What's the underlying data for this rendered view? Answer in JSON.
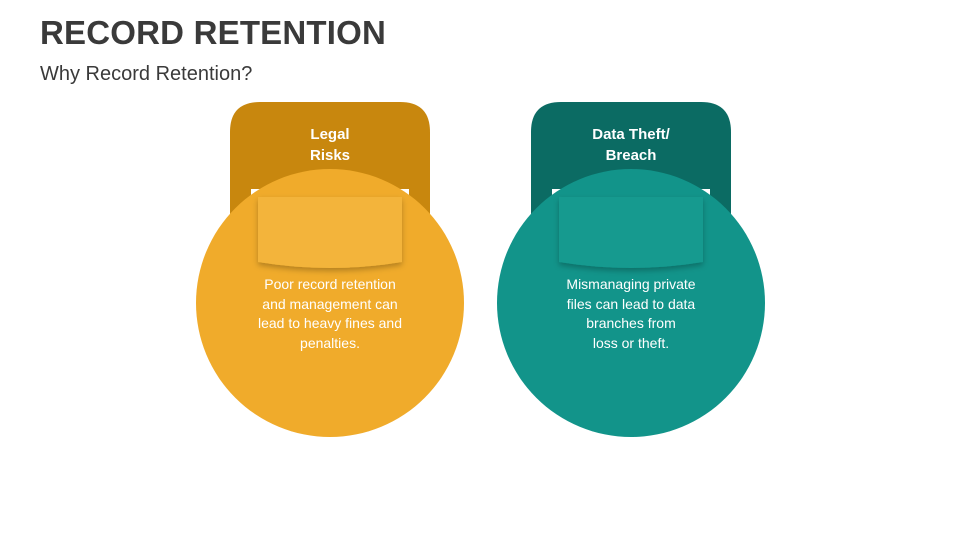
{
  "slide": {
    "title": "RECORD RETENTION",
    "subtitle": "Why Record Retention?"
  },
  "cards": [
    {
      "heading": "Legal\nRisks",
      "description": "Poor record retention\nand management can\nlead to heavy fines and\npenalties.",
      "tab_color": "#C8870E",
      "circle_color": "#F0AB2B",
      "flap_color": "#F3B43A"
    },
    {
      "heading": "Data Theft/\nBreach",
      "description": "Mismanaging private\nfiles can lead to data\nbranches from\nloss or theft.",
      "tab_color": "#0B6B63",
      "circle_color": "#12948A",
      "flap_color": "#149A8F"
    }
  ]
}
